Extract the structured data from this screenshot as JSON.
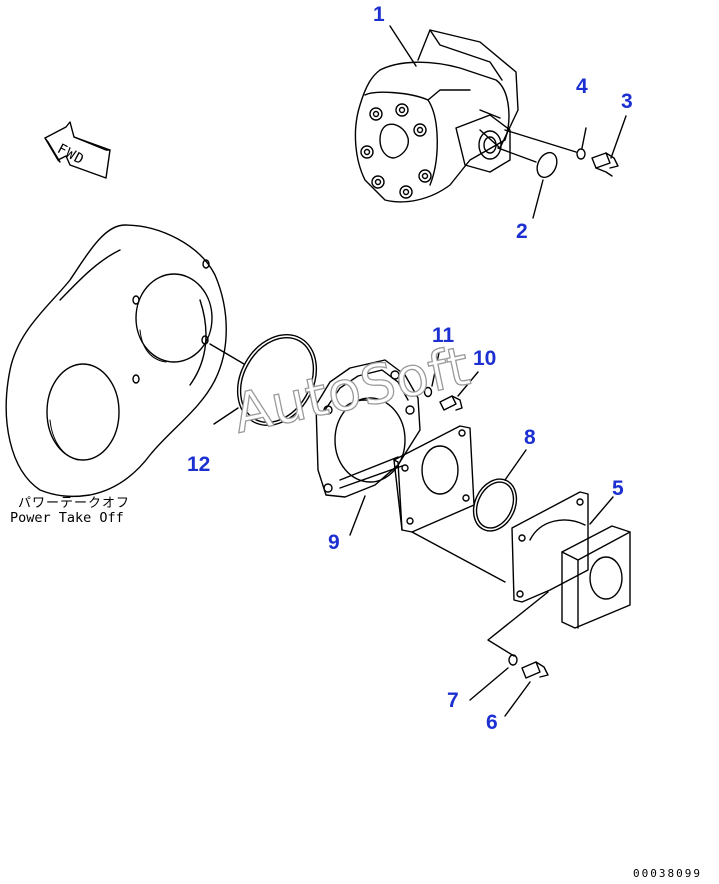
{
  "callout_color": "#1c2fd1",
  "line_color": "#000000",
  "callouts": [
    {
      "id": "1",
      "label": "1"
    },
    {
      "id": "2",
      "label": "2"
    },
    {
      "id": "3",
      "label": "3"
    },
    {
      "id": "4",
      "label": "4"
    },
    {
      "id": "5",
      "label": "5"
    },
    {
      "id": "6",
      "label": "6"
    },
    {
      "id": "7",
      "label": "7"
    },
    {
      "id": "8",
      "label": "8"
    },
    {
      "id": "9",
      "label": "9"
    },
    {
      "id": "10",
      "label": "10"
    },
    {
      "id": "11",
      "label": "11"
    },
    {
      "id": "12",
      "label": "12"
    }
  ],
  "fwd_label": "FWD",
  "pto_label_jp": "パワーテークオフ",
  "pto_label_en": "Power Take Off",
  "watermark": "AutoSoft",
  "drawing_number": "00038099"
}
